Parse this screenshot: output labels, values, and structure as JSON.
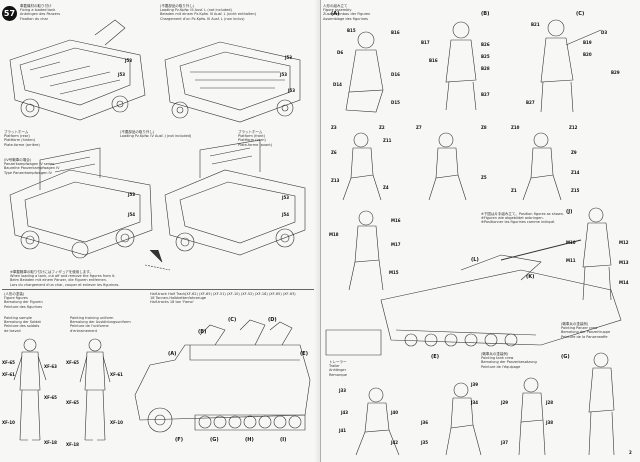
{
  "left_page": {
    "step_number": "57",
    "headers": {
      "h1": "車載機材の取り付け\nFixing a loaded tank\nAnbringen des Panzers\nFixation du char",
      "h2": "(不要部品の取り外し)\nLoading Pz.Kpfw. III Ausf. L (not included)\nBeladen mit einem Pz.Kpfw. III Ausf. L (nicht enthalten)\nChargement d'un Pz.Kpfw. III Ausf. L (non inclus)",
      "h3": "プラットホーム\nPlatform (rear)\nPlattform (hinten)\nPlate-forme (arrière)",
      "h4": "(不要部品の取り外し)\nLoading Pz.Kpfw. IV Ausf. J (not included)",
      "h5": "プラットホーム\nPlatform (front)\nPlattform (vorn)\nPlate-forme (avant)",
      "h6": "(IV号戦車の場合)\nPanzerkampfwagen IV series\nBaureihe Panzerkampfwagen IV\nType Panzerkampfwagen IV"
    },
    "part_labels": [
      "J53",
      "J53",
      "J53",
      "J53",
      "J53",
      "J53",
      "J53",
      "J54",
      "J54"
    ],
    "note_text": "※車載戦車の取り付けにはフィギュアを使用します。\nWhen loading a tank, cut off and remove the figures from it.\nBeim Beladen mit einem Panzer, die Figuren entfernen.\nLors du chargement d'un char, couper et enlever les figurines.",
    "painting": {
      "title": "(人形の塗装)\nFigure figures\nBemalung der Figuren\nPeinture des figurines",
      "col1": "Painting sample\nBemalung der Soldat\nPeinture des soldats\nde travail",
      "col2": "Painting training uniform\nBemalung der Ausbildungsuniform\nPeinture de l'uniforme\nd'entrainement",
      "col3": "Half-track Half Track\n18 Tonnen-Halbkettenfahrzeuge\nHalf-tracks 18 ton 'Famo'",
      "codes": "(XF-62) (XF-65) (XF-51) (XF-10) (XF-52) (XF-18) (XF-65) (XF-63)"
    },
    "figure_callouts": [
      "(A)",
      "(B)",
      "(C)",
      "(D)",
      "(E)",
      "(F)",
      "(G)",
      "(H)",
      "(I)"
    ],
    "paint_codes_fig1": [
      "XF-65",
      "XF-61",
      "XF-63",
      "XF-65",
      "XF-10",
      "XF-18"
    ],
    "paint_codes_fig2": [
      "XF-65",
      "XF-61",
      "XF-65",
      "XF-10",
      "XF-18"
    ]
  },
  "right_page": {
    "intro": "人形の組み立て\nFigure assembly\nZusammenbau der Figuren\nAssemblage des figurines",
    "labels_A": [
      "(A)",
      "D6",
      "B15",
      "B16",
      "D14",
      "D16",
      "D15"
    ],
    "labels_B": [
      "(B)",
      "B17",
      "B26",
      "B16",
      "B27",
      "B28",
      "B25"
    ],
    "labels_C": [
      "(C)",
      "D3",
      "B21",
      "B19",
      "B20",
      "B27",
      "B29"
    ],
    "labels_row2": [
      "Z3",
      "Z2",
      "Z12",
      "Z6",
      "Z7",
      "Z11",
      "Z13",
      "Z8",
      "Z4",
      "Z5",
      "Z10",
      "Z9",
      "Z1",
      "Z14",
      "Z15"
    ],
    "labels_M": [
      "M18",
      "M16",
      "M17",
      "M15",
      "M13",
      "M12",
      "M10",
      "M11",
      "M14"
    ],
    "labels_K": [
      "(K)",
      "(L)",
      "(J)",
      "(E)",
      "(G)"
    ],
    "labels_J": [
      "J33",
      "J40",
      "J39",
      "J41",
      "J42",
      "J36",
      "J43",
      "J29",
      "J28",
      "J34",
      "J38",
      "J35",
      "J37"
    ],
    "note_M": "※下図は片手組み立て。Position figures as shown.\n※Figuren wie abgebildet anbringen.\n※Positionner les figurines comme indiqué.",
    "caption_tank": "トレーラー\nTrailer\nAnhänger\nRemorque",
    "caption_J": "(戦車兵の塗装例)\nPainting tank crew\nBemalung der Panzerbesatzung\nPeinture de l'équipage",
    "caption_K": "(戦車兵の塗装例)\nPainting Panzer crew\nBemalung der Panzertruppe\nPeinture de la Panzerwaffe",
    "page_marker": "2"
  },
  "colors": {
    "ink": "#222222",
    "paper": "#f7f7f5",
    "badge": "#111111"
  }
}
